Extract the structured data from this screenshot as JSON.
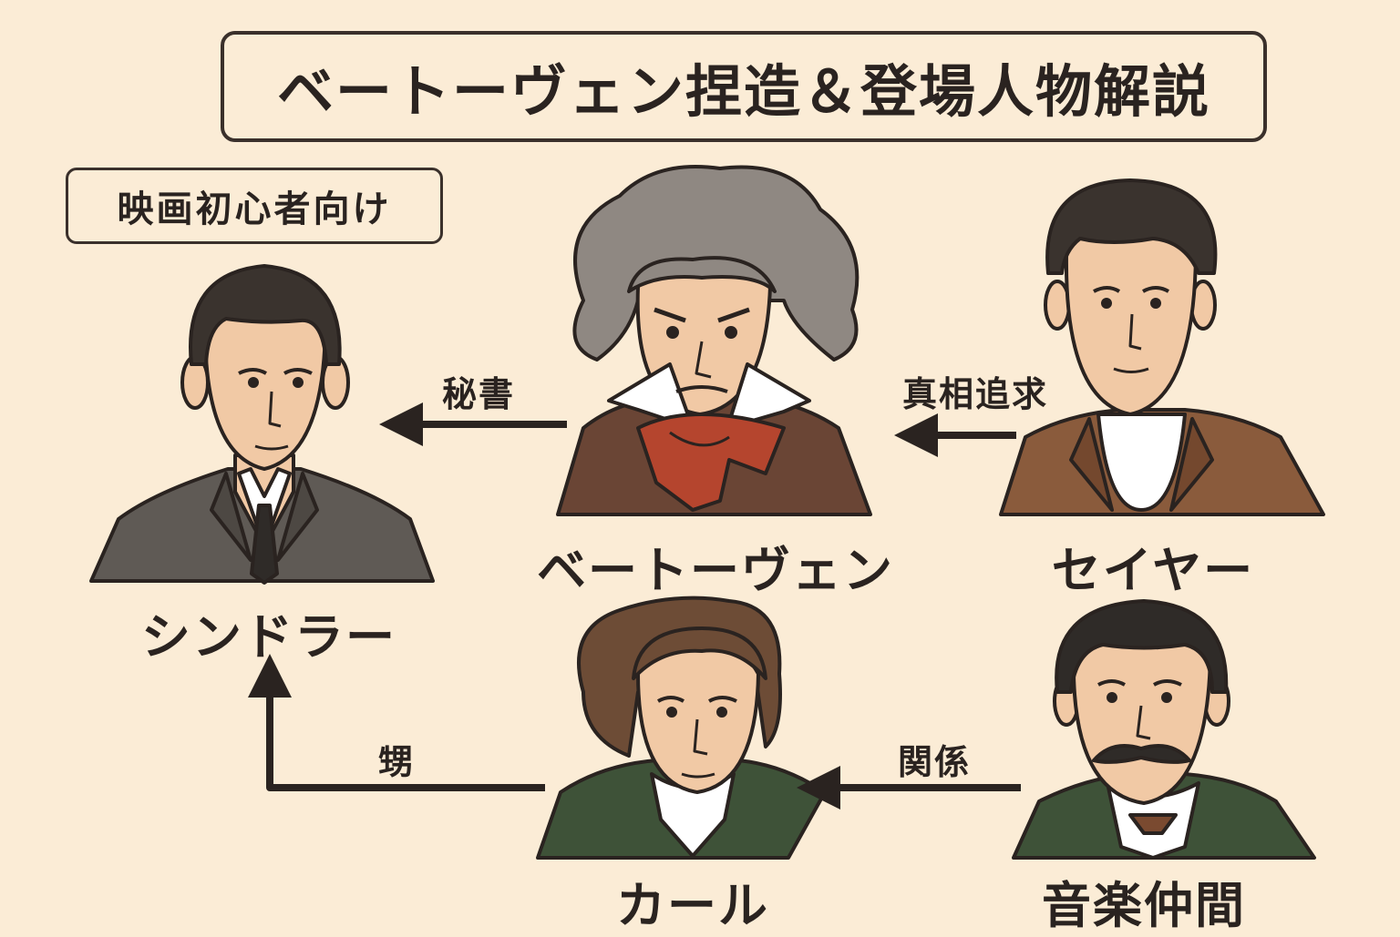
{
  "title": "ベートーヴェン捏造＆登場人物解説",
  "badge": "映画初心者向け",
  "characters": {
    "beethoven": "ベートーヴェン",
    "schindler": "シンドラー",
    "thayer": "セイヤー",
    "karl": "カール",
    "musicians": "音楽仲間"
  },
  "relations": {
    "secretary": "秘書",
    "truth_seeking": "真相追求",
    "nephew": "甥",
    "relationship": "関係"
  },
  "colors": {
    "background": "#fbecd6",
    "ink": "#2a2320",
    "skin": "#f1c9a5",
    "gray_suit": "#5f5a55",
    "brown_jacket": "#8a5b3c",
    "green_coat": "#3e5238",
    "red_scarf": "#b5452e",
    "gray_hair": "#8f8882"
  }
}
